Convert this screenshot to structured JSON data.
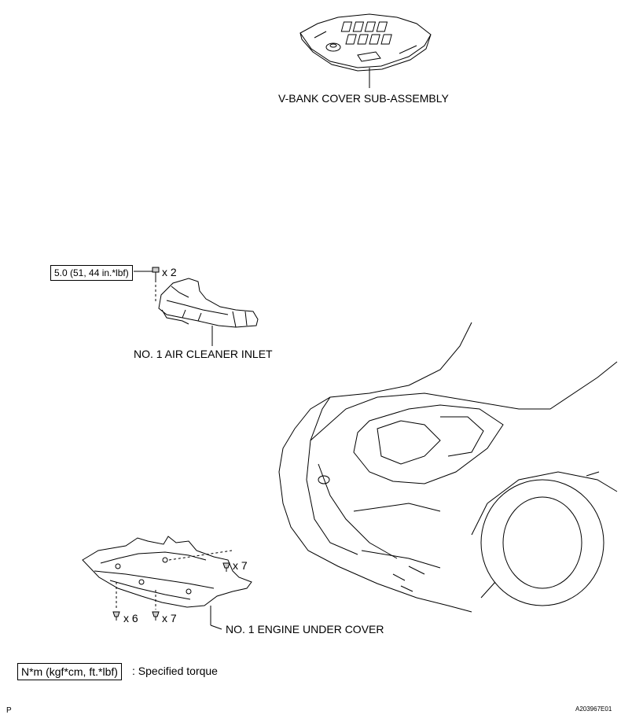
{
  "parts": {
    "vbank_cover": "V-BANK COVER SUB-ASSEMBLY",
    "air_cleaner_inlet": "NO. 1 AIR CLEANER INLET",
    "engine_under_cover": "NO. 1 ENGINE UNDER COVER"
  },
  "torque": {
    "value": "5.0 (51, 44 in.*lbf)",
    "qty_bolts_inlet": "x 2"
  },
  "fasteners": {
    "qty_a": "x 7",
    "qty_b": "x 6",
    "qty_c": "x 7"
  },
  "legend": {
    "unit_box": "N*m (kgf*cm, ft.*lbf)",
    "description": ": Specified torque"
  },
  "footer": {
    "left_mark": "P",
    "figure_code": "A203967E01"
  }
}
